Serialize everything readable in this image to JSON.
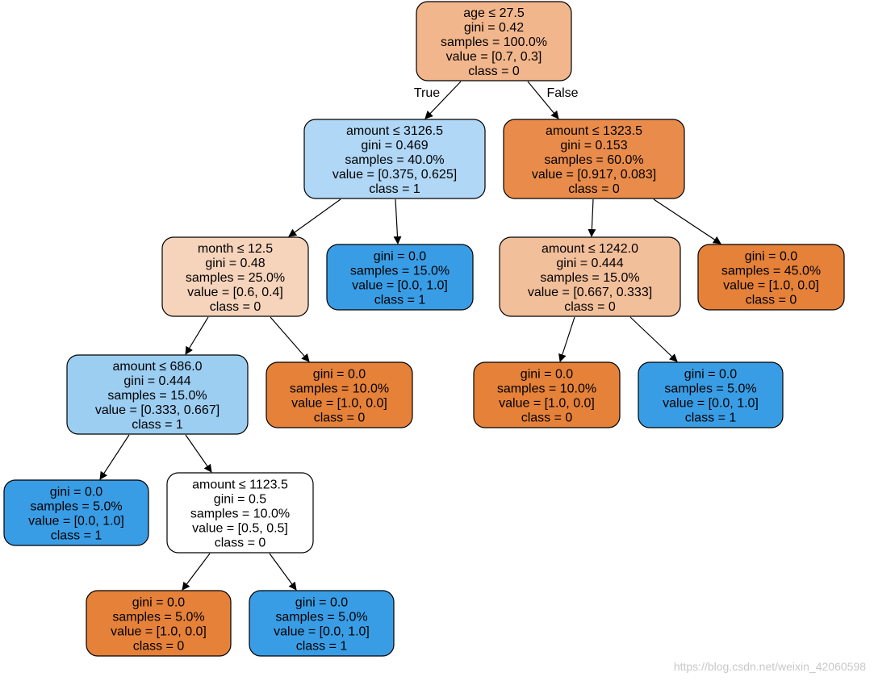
{
  "tree": {
    "nodes": [
      {
        "id": "n0",
        "fill": "#f2b68c",
        "lines": [
          "age ≤ 27.5",
          "gini = 0.42",
          "samples = 100.0%",
          "value = [0.7, 0.3]",
          "class = 0"
        ]
      },
      {
        "id": "n1",
        "fill": "#b0d7f5",
        "lines": [
          "amount ≤ 3126.5",
          "gini = 0.469",
          "samples = 40.0%",
          "value = [0.375, 0.625]",
          "class = 1"
        ]
      },
      {
        "id": "n2",
        "fill": "#e98c4b",
        "lines": [
          "amount ≤ 1323.5",
          "gini = 0.153",
          "samples = 60.0%",
          "value = [0.917, 0.083]",
          "class = 0"
        ]
      },
      {
        "id": "n3",
        "fill": "#f6d4bb",
        "lines": [
          "month ≤ 12.5",
          "gini = 0.48",
          "samples = 25.0%",
          "value = [0.6, 0.4]",
          "class = 0"
        ]
      },
      {
        "id": "n4",
        "fill": "#399de5",
        "lines": [
          "gini = 0.0",
          "samples = 15.0%",
          "value = [0.0, 1.0]",
          "class = 1"
        ]
      },
      {
        "id": "n5",
        "fill": "#f2bf9b",
        "lines": [
          "amount ≤ 1242.0",
          "gini = 0.444",
          "samples = 15.0%",
          "value = [0.667, 0.333]",
          "class = 0"
        ]
      },
      {
        "id": "n6",
        "fill": "#e58139",
        "lines": [
          "gini = 0.0",
          "samples = 45.0%",
          "value = [1.0, 0.0]",
          "class = 0"
        ]
      },
      {
        "id": "n7",
        "fill": "#9ccef2",
        "lines": [
          "amount ≤ 686.0",
          "gini = 0.444",
          "samples = 15.0%",
          "value = [0.333, 0.667]",
          "class = 1"
        ]
      },
      {
        "id": "n8",
        "fill": "#e58139",
        "lines": [
          "gini = 0.0",
          "samples = 10.0%",
          "value = [1.0, 0.0]",
          "class = 0"
        ]
      },
      {
        "id": "n9",
        "fill": "#e58139",
        "lines": [
          "gini = 0.0",
          "samples = 10.0%",
          "value = [1.0, 0.0]",
          "class = 0"
        ]
      },
      {
        "id": "n10",
        "fill": "#399de5",
        "lines": [
          "gini = 0.0",
          "samples = 5.0%",
          "value = [0.0, 1.0]",
          "class = 1"
        ]
      },
      {
        "id": "n11",
        "fill": "#399de5",
        "lines": [
          "gini = 0.0",
          "samples = 5.0%",
          "value = [0.0, 1.0]",
          "class = 1"
        ]
      },
      {
        "id": "n12",
        "fill": "#ffffff",
        "lines": [
          "amount ≤ 1123.5",
          "gini = 0.5",
          "samples = 10.0%",
          "value = [0.5, 0.5]",
          "class = 0"
        ]
      },
      {
        "id": "n13",
        "fill": "#e58139",
        "lines": [
          "gini = 0.0",
          "samples = 5.0%",
          "value = [1.0, 0.0]",
          "class = 0"
        ]
      },
      {
        "id": "n14",
        "fill": "#399de5",
        "lines": [
          "gini = 0.0",
          "samples = 5.0%",
          "value = [0.0, 1.0]",
          "class = 1"
        ]
      }
    ],
    "edges": [
      {
        "from": "n0",
        "to": "n1",
        "label": "True"
      },
      {
        "from": "n0",
        "to": "n2",
        "label": "False"
      },
      {
        "from": "n1",
        "to": "n3",
        "label": ""
      },
      {
        "from": "n1",
        "to": "n4",
        "label": ""
      },
      {
        "from": "n2",
        "to": "n5",
        "label": ""
      },
      {
        "from": "n2",
        "to": "n6",
        "label": ""
      },
      {
        "from": "n3",
        "to": "n7",
        "label": ""
      },
      {
        "from": "n3",
        "to": "n8",
        "label": ""
      },
      {
        "from": "n5",
        "to": "n9",
        "label": ""
      },
      {
        "from": "n5",
        "to": "n11",
        "label": ""
      },
      {
        "from": "n7",
        "to": "n10",
        "label": ""
      },
      {
        "from": "n7",
        "to": "n12",
        "label": ""
      },
      {
        "from": "n12",
        "to": "n13",
        "label": ""
      },
      {
        "from": "n12",
        "to": "n14",
        "label": ""
      }
    ]
  },
  "watermark": "https://blog.csdn.net/weixin_42060598"
}
